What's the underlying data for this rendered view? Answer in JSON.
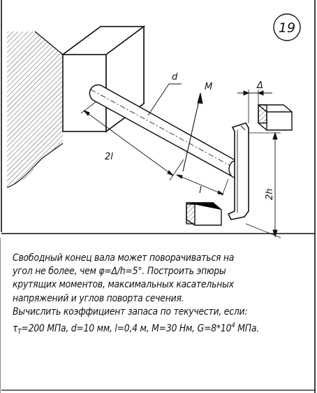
{
  "problem_number": "19",
  "labels": {
    "diameter": "d",
    "moment": "M",
    "gap": "Δ",
    "length_2l": "2l",
    "length_l": "l",
    "height_2h": "2h"
  },
  "task": {
    "line1": "Свободный конец вала может поворачиваться на",
    "line2": "угол не более, чем φ=Δ/h=5°. Построить эпюры",
    "line3": "крутящих моментов, максимальных касательных",
    "line4": "напряжений и углов поворта сечения.",
    "line5": "Вычислить коэффициент запаса по текучести, если:",
    "line6_tau": "τ",
    "line6_sub": "T",
    "line6_a": "=200 МПа, d=10 мм, l=0,4 м, M=30 Нм, G=8*10",
    "line6_sup": "4",
    "line6_b": " МПа."
  }
}
